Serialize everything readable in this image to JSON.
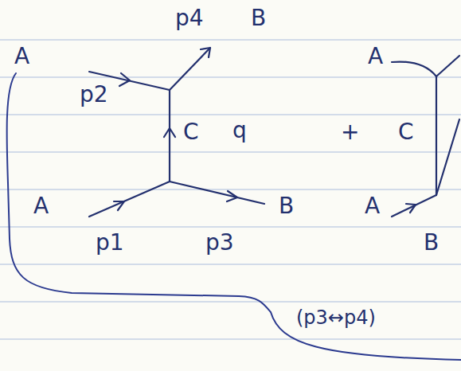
{
  "diagram": {
    "labels": [
      "p4",
      "B",
      "A",
      "p2",
      "C",
      "q",
      "+",
      "C",
      "A",
      "A",
      "p1",
      "p3",
      "B",
      "A",
      "B",
      "(p3↔p4)"
    ]
  }
}
